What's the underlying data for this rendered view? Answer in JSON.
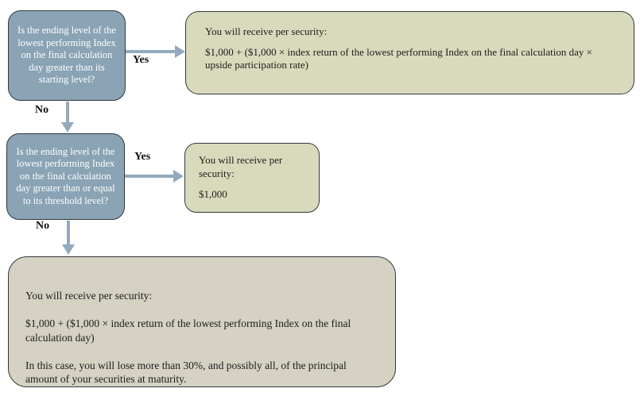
{
  "colors": {
    "decision_fill": "#8aa3b5",
    "outcome_fill": "#d9dabc",
    "final_outcome_fill": "#d5d1c3",
    "arrow": "#93aabd",
    "border": "#33383c",
    "decision_text": "#ffffff",
    "outcome_text": "#1c1c1c"
  },
  "flowchart": {
    "decision_starting_level": {
      "question": "Is the ending level of the lowest performing Index on the final calculation day greater than its starting level?",
      "yes_label": "Yes",
      "no_label": "No"
    },
    "outcome_upside": {
      "heading": "You will receive per security:",
      "formula": "$1,000 + ($1,000 × index return of the lowest performing Index on the final calculation day × upside participation rate)"
    },
    "decision_threshold_level": {
      "question": "Is the ending level of the lowest performing Index on the final calculation day greater than or equal to its threshold level?",
      "yes_label": "Yes",
      "no_label": "No"
    },
    "outcome_principal_return": {
      "heading": "You will receive per security:",
      "amount": "$1,000"
    },
    "outcome_loss": {
      "heading": "You will receive per security:",
      "formula": "$1,000 + ($1,000 × index return of the lowest performing Index on the final calculation day)",
      "note": "In this case, you will lose more than 30%, and possibly all, of the principal amount of your securities at maturity."
    }
  }
}
